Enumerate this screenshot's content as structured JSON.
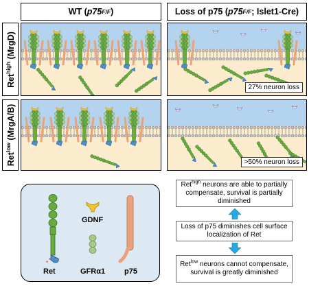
{
  "headers": {
    "wt": {
      "prefix": "WT (",
      "geno": "p75",
      "sup": "F/F",
      "suffix": ")"
    },
    "loss": {
      "prefix": "Loss of p75 (",
      "geno": "p75",
      "sup": "F/F",
      "suffix": "; Islet1-Cre)"
    }
  },
  "rows": {
    "high": {
      "base": "Ret",
      "sup": "high",
      "rest": " (MrgD)"
    },
    "low": {
      "base": "Ret",
      "sup": "low",
      "rest": " (MrgA/B)"
    }
  },
  "badges": {
    "high": "27% neuron loss",
    "low": ">50% neuron loss"
  },
  "legend": {
    "ret": "Ret",
    "gdnf": "GDNF",
    "gfra1": "GFRα1",
    "p75": "p75"
  },
  "flow": {
    "top": {
      "base": "Ret",
      "sup": "high",
      "text": " neurons are able to partially compensate, survival is partially diminished"
    },
    "middle": "Loss of p75 diminishes cell surface localization of Ret",
    "bottom": {
      "base": "Ret",
      "sup": "low",
      "text": " neurons cannot compensate, survival is greatly diminished"
    }
  },
  "colors": {
    "membrane_top": "#b3d3ef",
    "cytoplasm": "#fbeccd",
    "ret_green": "#6aab3f",
    "ret_dark": "#2f6e1d",
    "gfra_green": "#a9c98c",
    "p75_orange": "#eaa27b",
    "kinase_blue": "#4d8cc9",
    "gdnf_yellow": "#f1c232",
    "arrow_cyan": "#29a8e0",
    "legend_bg": "#dce9f2"
  }
}
